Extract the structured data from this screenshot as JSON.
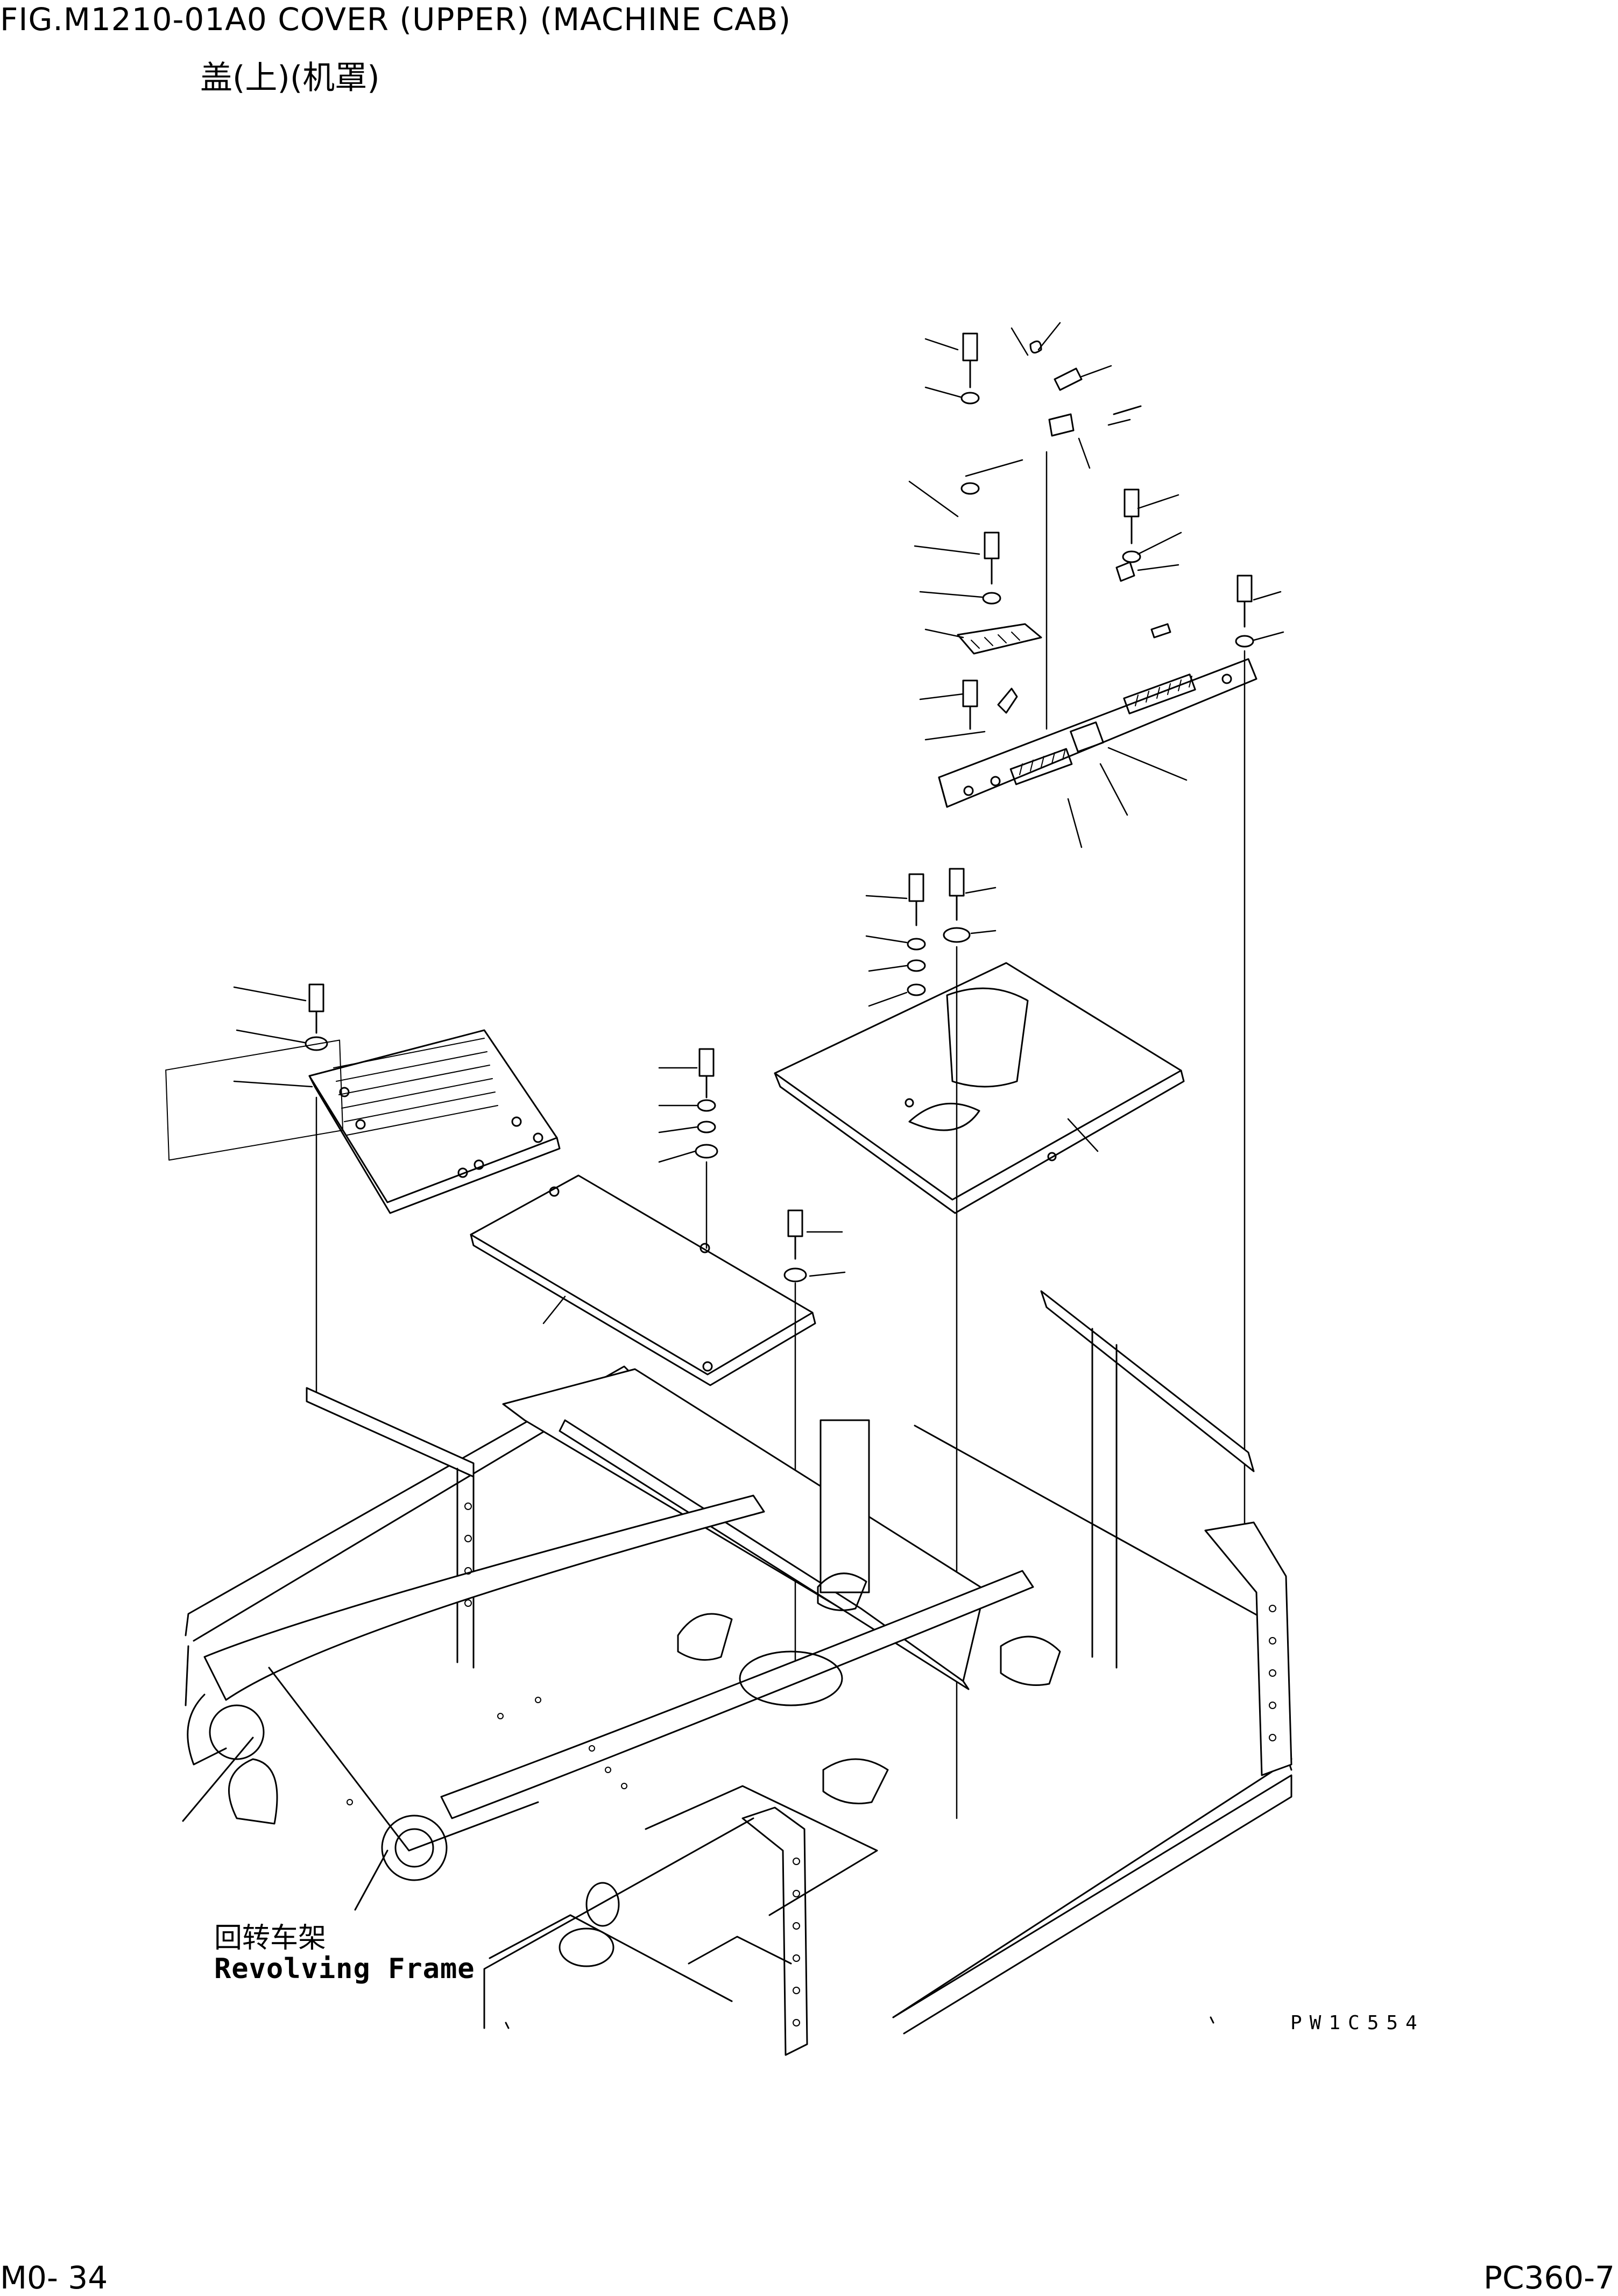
{
  "header": {
    "figure_title": "FIG.M1210-01A0    COVER (UPPER) (MACHINE CAB)",
    "subtitle_cn": "盖(上)(机罩)"
  },
  "drawing": {
    "frame_label_cn": "回转车架",
    "frame_label_en": "Revolving Frame",
    "drawing_code": "PW1C554"
  },
  "footer": {
    "page": "M0- 34",
    "model": "PC360-7"
  },
  "colors": {
    "line": "#000000",
    "background": "#ffffff"
  }
}
